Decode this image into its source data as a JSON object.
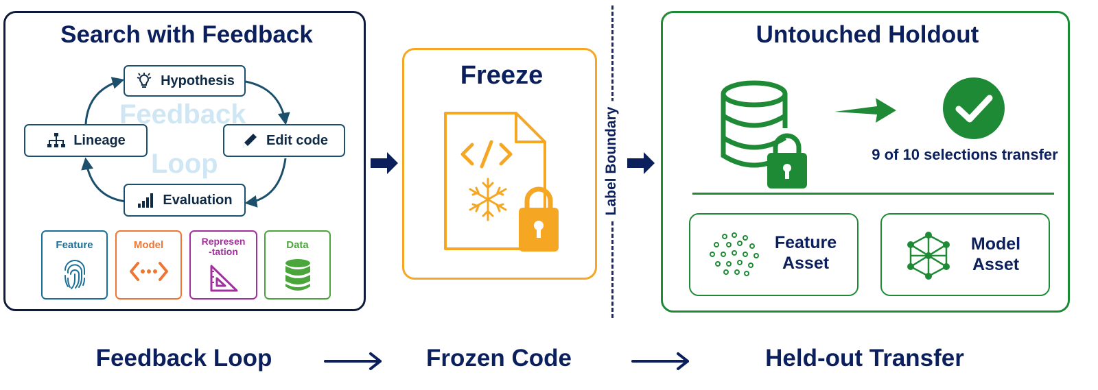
{
  "search": {
    "title": "Search with Feedback",
    "watermark": [
      "Feedback",
      "Loop"
    ],
    "steps": {
      "hypothesis": "Hypothesis",
      "edit_code": "Edit code",
      "evaluation": "Evaluation",
      "lineage": "Lineage"
    },
    "cards": [
      {
        "label": "Feature",
        "color": "#1b6f96",
        "icon": "fingerprint-icon"
      },
      {
        "label": "Model",
        "color": "#ee7634",
        "icon": "code-arrows-icon"
      },
      {
        "label": "Represen\n-tation",
        "color": "#a2309c",
        "icon": "set-square-icon"
      },
      {
        "label": "Data",
        "color": "#4aa63a",
        "icon": "database-icon"
      }
    ]
  },
  "freeze": {
    "title": "Freeze",
    "accent": "#f5a623",
    "icons": [
      "code-file-icon",
      "snowflake-icon",
      "padlock-icon"
    ]
  },
  "boundary": {
    "label": "Label Boundary"
  },
  "holdout": {
    "title": "Untouched Holdout",
    "accent": "#1f8a36",
    "transfer_text": "9 of 10 selections transfer",
    "assets": [
      {
        "label": "Feature Asset",
        "icon": "dot-cloud-icon"
      },
      {
        "label": "Model Asset",
        "icon": "network-cube-icon"
      }
    ]
  },
  "captions": {
    "feedback_loop": "Feedback Loop",
    "frozen_code": "Frozen Code",
    "heldout_transfer": "Held-out Transfer"
  },
  "colors": {
    "navy": "#0b1f5c",
    "loop": "#1b4f6b"
  }
}
